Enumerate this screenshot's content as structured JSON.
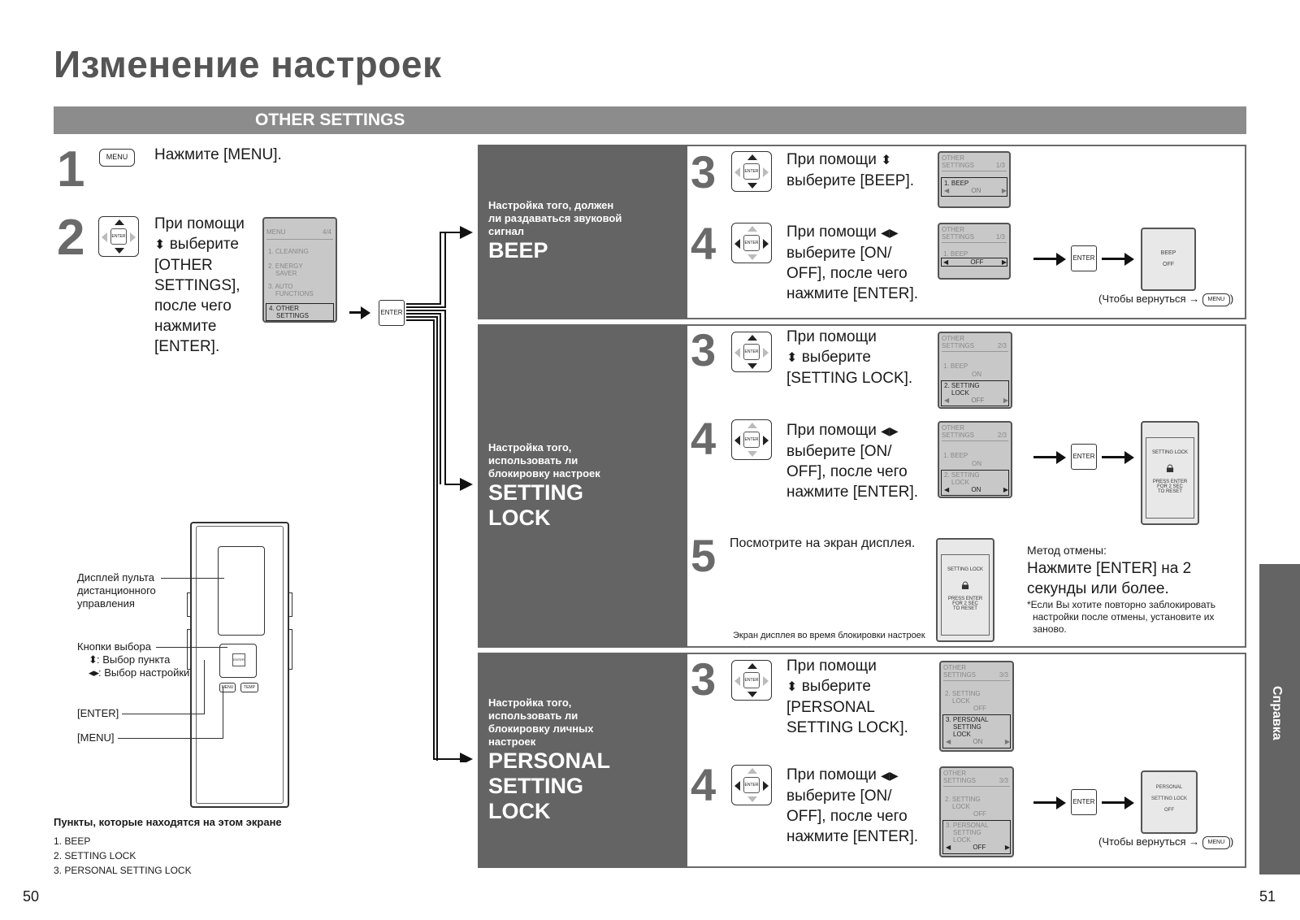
{
  "title": "Изменение настроек",
  "section": "OTHER SETTINGS",
  "left": {
    "step1": {
      "num": "1",
      "button": "MENU",
      "text": "Нажмите [MENU]."
    },
    "step2": {
      "num": "2",
      "text_a": "При помощи",
      "text_b": "выберите",
      "text_c": "[OTHER",
      "text_d": "SETTINGS],",
      "text_e": "после чего",
      "text_f": "нажмите",
      "text_g": "[ENTER].",
      "lcd": {
        "header": "MENU",
        "page": "4/4",
        "item1": "1. CLEANING",
        "item2a": "2. ENERGY",
        "item2b": "SAVER",
        "item3a": "3. AUTO",
        "item3b": "FUNCTIONS",
        "item4a": "4. OTHER",
        "item4b": "SETTINGS"
      }
    },
    "enter_label": "ENTER",
    "remote": {
      "display_label_1": "Дисплей пульта",
      "display_label_2": "дистанционного",
      "display_label_3": "управления",
      "select_label": "Кнопки выбора",
      "select_item": ": Выбор пункта",
      "select_setting": ": Выбор настройки",
      "enter": "[ENTER]",
      "menu": "[MENU]",
      "menu_btn": "MENU",
      "temp_btn": "TEMP"
    },
    "items_title": "Пункты, которые находятся на этом экране",
    "items": [
      "1. BEEP",
      "2. SETTING LOCK",
      "3. PERSONAL SETTING LOCK"
    ]
  },
  "beep": {
    "sub1": "Настройка того, должен",
    "sub2": "ли раздаваться звуковой",
    "sub3": "сигнал",
    "name": "BEEP",
    "s3": {
      "num": "3",
      "l1": "При помощи",
      "l2": "выберите [BEEP].",
      "lcd": {
        "h1": "OTHER",
        "h2": "SETTINGS",
        "pg": "1/3",
        "i1": "1. BEEP",
        "v1": "ON"
      }
    },
    "s4": {
      "num": "4",
      "l1": "При помощи",
      "l2": "выберите [ON/",
      "l3": "OFF], после чего",
      "l4": "нажмите [ENTER].",
      "lcd": {
        "h1": "OTHER",
        "h2": "SETTINGS",
        "pg": "1/3",
        "i1": "1. BEEP",
        "v1": "OFF"
      },
      "result1": "BEEP",
      "result2": "OFF"
    },
    "return": "(Чтобы вернуться →",
    "return_end": ")"
  },
  "lock": {
    "sub1": "Настройка того,",
    "sub2": "использовать ли",
    "sub3": "блокировку настроек",
    "name1": "SETTING",
    "name2": "LOCK",
    "s3": {
      "num": "3",
      "l1": "При помощи",
      "l2": "выберите",
      "l3": "[SETTING LOCK].",
      "lcd": {
        "h1": "OTHER",
        "h2": "SETTINGS",
        "pg": "2/3",
        "i1": "1. BEEP",
        "v1": "ON",
        "i2a": "2. SETTING",
        "i2b": "LOCK",
        "v2": "OFF"
      }
    },
    "s4": {
      "num": "4",
      "l1": "При помощи",
      "l2": "выберите [ON/",
      "l3": "OFF], после чего",
      "l4": "нажмите [ENTER].",
      "lcd": {
        "h1": "OTHER",
        "h2": "SETTINGS",
        "pg": "2/3",
        "i1": "1. BEEP",
        "v1": "ON",
        "i2a": "2. SETTING",
        "i2b": "LOCK",
        "v2": "ON"
      },
      "r1": "SETTING LOCK",
      "r2": "PRESS ENTER",
      "r3": "FOR 2 SEC",
      "r4": "TO RESET"
    },
    "s5": {
      "num": "5",
      "text": "Посмотрите на экран дисплея.",
      "caption": "Экран дисплея во время блокировки настроек",
      "cancel_title": "Метод отмены:",
      "cancel1": "Нажмите [ENTER] на 2",
      "cancel2": "секунды или более.",
      "note1": "*Если Вы хотите повторно заблокировать",
      "note2": "настройки после отмены, установите их",
      "note3": "заново."
    }
  },
  "personal": {
    "sub1": "Настройка того,",
    "sub2": "использовать ли",
    "sub3": "блокировку личных",
    "sub4": "настроек",
    "name1": "PERSONAL",
    "name2": "SETTING",
    "name3": "LOCK",
    "s3": {
      "num": "3",
      "l1": "При помощи",
      "l2": "выберите",
      "l3": "[PERSONAL",
      "l4": "SETTING LOCK].",
      "lcd": {
        "h1": "OTHER",
        "h2": "SETTINGS",
        "pg": "3/3",
        "i1a": "2. SETTING",
        "i1b": "LOCK",
        "v1": "OFF",
        "i2a": "3. PERSONAL",
        "i2b": "SETTING",
        "i2c": "LOCK",
        "v2": "ON"
      }
    },
    "s4": {
      "num": "4",
      "l1": "При помощи",
      "l2": "выберите [ON/",
      "l3": "OFF], после чего",
      "l4": "нажмите [ENTER].",
      "lcd": {
        "h1": "OTHER",
        "h2": "SETTINGS",
        "pg": "3/3",
        "i1a": "2. SETTING",
        "i1b": "LOCK",
        "v1": "OFF",
        "i2a": "3. PERSONAL",
        "i2b": "SETTING",
        "i2c": "LOCK",
        "v2": "OFF"
      },
      "r1": "PERSONAL",
      "r2": "SETTING LOCK",
      "r3": "OFF"
    },
    "return": "(Чтобы вернуться →",
    "return_end": ")"
  },
  "side_tab": "Справка",
  "page_left": "50",
  "page_right": "51"
}
